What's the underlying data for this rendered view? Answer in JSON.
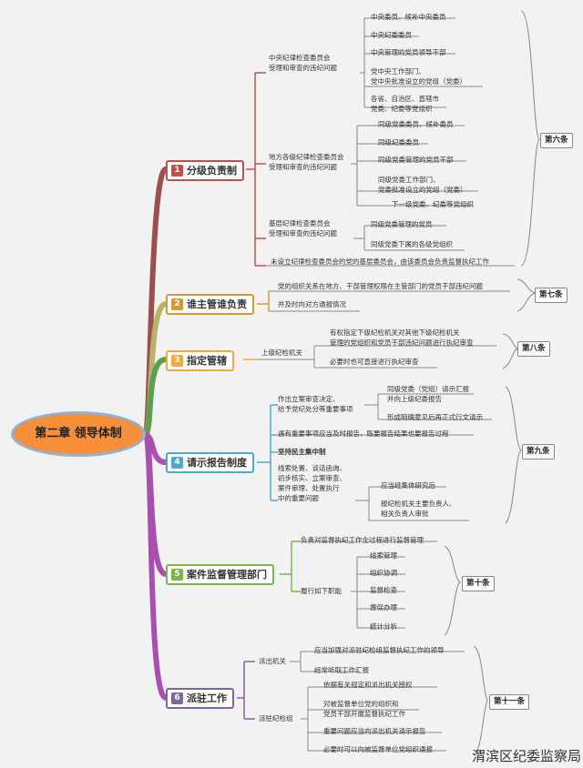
{
  "root": "第二章 领导体制",
  "colors": {
    "s1": "#c0504d",
    "s2": "#d49a3a",
    "s3": "#f0a93c",
    "s4": "#4bacc6",
    "s5": "#7ab648",
    "s6": "#8064a2",
    "trunk1": "#9b4f4f",
    "trunk2": "#b8b463",
    "trunk3": "#5e9e4f",
    "trunk4": "#a94fb0"
  },
  "sections": [
    {
      "num": "1",
      "label": "分级负责制",
      "article": "第六条",
      "groups": [
        {
          "label": "中央纪律检查委员会\n受理和审查的违纪问题",
          "items": [
            "中央委员、候补中央委员",
            "中央纪委委员",
            "中央管理的党员领导干部",
            "党中央工作部门、\n党中央批准设立的党组（党委）",
            "各省、自治区、直辖市\n党委、纪委等党组织"
          ]
        },
        {
          "label": "地方各级纪律检查委员会\n受理和审查的违纪问题",
          "items": [
            "同级党委委员、候补委员",
            "同级纪委委员",
            "同级党委管理的党员干部",
            "同级党委工作部门、\n党委批准设立的党组（党委）",
            "下一级党委、纪委等党组织"
          ]
        },
        {
          "label": "基层纪律检查委员会\n受理和审查的违纪问题",
          "items": [
            "同级党委管理的党员",
            "同级党委下属的各级党组织"
          ]
        },
        {
          "label": "未设立纪律检查委员会的党的基层委员会，由该委员会负责监督执纪工作",
          "items": []
        }
      ]
    },
    {
      "num": "2",
      "label": "谁主管谁负责",
      "article": "第七条",
      "items": [
        "党的组织关系在地方、干部管理权限在主管部门的党员干部违纪问题",
        "并及时向对方通报情况"
      ]
    },
    {
      "num": "3",
      "label": "指定管辖",
      "article": "第八条",
      "group": "上级纪检机关",
      "items": [
        "有权指定下级纪检机关对其他下级纪检机关\n管理的党组织和党员干部违纪问题进行执纪审查",
        "必要时也可直接进行执纪审查"
      ]
    },
    {
      "num": "4",
      "label": "请示报告制度",
      "article": "第九条",
      "g1": "作出立案审查决定、\n给予党纪处分等重要事项",
      "g1items": [
        "同级党委（党组）请示汇报\n并向上级纪委报告",
        "形成明确意见后再正式行文请示"
      ],
      "line": "遇有重要事项应当及时报告，既要报告结果也要报告过程",
      "bold": "坚持民主集中制",
      "g2": "线索处置、谈话函询、\n初步核实、立案审查、\n案件审理、处置执行\n中的重要问题",
      "g2items": [
        "应当经集体研究后",
        "报纪检机关主要负责人、\n相关负责人审批"
      ]
    },
    {
      "num": "5",
      "label": "案件监督管理部门",
      "article": "第十条",
      "line": "负责对监督执纪工作全过程进行监督管理",
      "g": "履行如下职能",
      "items": [
        "线索管理",
        "组织协调",
        "监督检查",
        "督促办理",
        "统计分析"
      ]
    },
    {
      "num": "6",
      "label": "派驻工作",
      "article": "第十一条",
      "g1": "派出机关",
      "g1items": [
        "应当加强对派驻纪检组监督执纪工作的领导",
        "经常听取工作汇报"
      ],
      "g2": "派驻纪检组",
      "g2items": [
        "依据有关规定和派出机关授权",
        "对被监督单位党的组织和\n党员干部开展监督执纪工作",
        "重要问题应当向派出机关请示报告",
        "必要时可以向被监督单位党组织通报"
      ]
    }
  ],
  "watermark": "渭滨区纪委监察局"
}
